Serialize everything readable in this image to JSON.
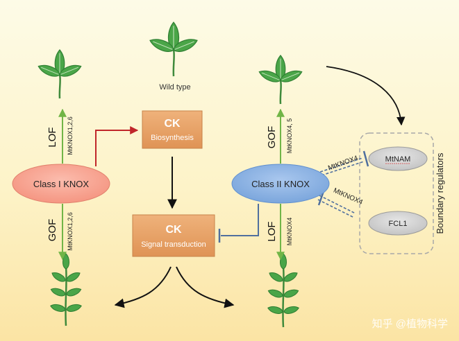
{
  "nodes": {
    "class1": "Class I KNOX",
    "class2": "Class II KNOX",
    "ck_bio_title": "CK",
    "ck_bio_sub": "Biosynthesis",
    "ck_sig_title": "CK",
    "ck_sig_sub": "Signal transduction",
    "mtnam": "MtNAM",
    "fcl1": "FCL1"
  },
  "labels": {
    "wild_type": "Wild type",
    "left_top_mode": "LOF",
    "left_top_gene": "MtKNOX1,2,6",
    "left_bottom_mode": "GOF",
    "left_bottom_gene": "MtKNOX1,2,6",
    "right_top_mode": "GOF",
    "right_top_gene": "MtKNOX4, 5",
    "right_bottom_mode": "LOF",
    "right_bottom_gene": "MtKNOX4",
    "edge_mtnam": "MtKNOX4",
    "edge_fcl1": "MtKNOX4",
    "boundary": "Boundary regulators",
    "watermark": "知乎 @植物科学"
  },
  "colors": {
    "class1_fill": "#f7a493",
    "class2_fill": "#8fb4e2",
    "ck_box": "#e8a267",
    "regulator_fill": "#d4d4d4",
    "leaf": "#4aa548",
    "leaf_dark": "#2d7d31",
    "stem": "#3f8a3b",
    "green_arrow": "#71b547",
    "red_arrow": "#c0262a",
    "repress": "#4f6f9e",
    "dash_box": "#a8a8a8"
  }
}
